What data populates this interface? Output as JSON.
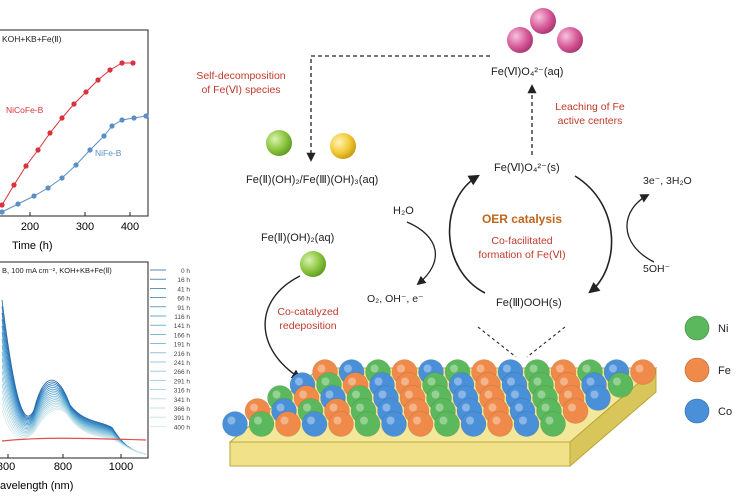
{
  "panel_top": {
    "legend": "KOH+KB+Fe(Ⅱ)",
    "xlabel": "Time (h)",
    "xticks": [
      "200",
      "300",
      "400"
    ],
    "series": [
      {
        "name": "NiCoFe-B",
        "color": "#d9323a"
      },
      {
        "name": "NiFe-B",
        "color": "#5b8fc6"
      }
    ]
  },
  "panel_bottom": {
    "legend": "B, 100 mA cm⁻², KOH+KB+Fe(Ⅱ)",
    "xlabel": "avelength (nm)",
    "xticks": [
      "800",
      "800",
      "1000"
    ],
    "time_labels": [
      "0 h",
      "16 h",
      "41 h",
      "66 h",
      "91 h",
      "116 h",
      "141 h",
      "166 h",
      "191 h",
      "216 h",
      "241 h",
      "266 h",
      "291 h",
      "316 h",
      "341 h",
      "366 h",
      "391 h",
      "400 h"
    ]
  },
  "scheme": {
    "species_fe6_aq": "Fe(Ⅵ)O₄²⁻(aq)",
    "leaching": [
      "Leaching of Fe",
      "active centers"
    ],
    "self_decomp": [
      "Self-decomposition",
      "of Fe(Ⅵ) species"
    ],
    "species_mixed": "Fe(Ⅱ)(OH)₂/Fe(Ⅲ)(OH)₃(aq)",
    "species_fe6_s": "Fe(Ⅵ)O₄²⁻(s)",
    "electrons": "3e⁻, 3H₂O",
    "water": "H₂O",
    "oer_title": "OER catalysis",
    "oer_sub": [
      "Co-facilitated",
      "formation of Fe(Ⅵ)"
    ],
    "species_fe2_aq": "Fe(Ⅱ)(OH)₂(aq)",
    "hydroxide": "5OH⁻",
    "products": "O₂, OH⁻, e⁻",
    "species_fe3": "Fe(Ⅲ)OOH(s)",
    "codeposit": [
      "Co-catalyzed",
      "redeposition"
    ]
  },
  "legend_atoms": [
    {
      "label": "Ni",
      "color": "#5cb85c"
    },
    {
      "label": "Fe",
      "color": "#ef8a4a"
    },
    {
      "label": "Co",
      "color": "#4a90d9"
    }
  ],
  "colors": {
    "ni": "#5cb85c",
    "fe": "#ef8a4a",
    "co": "#4a90d9",
    "fe6_sphere": "#d85a9a",
    "fe2_sphere": "#8cc63f",
    "fe3_sphere": "#f2c935",
    "slab_top": "#f3e79a",
    "slab_side": "#d8c65a"
  }
}
